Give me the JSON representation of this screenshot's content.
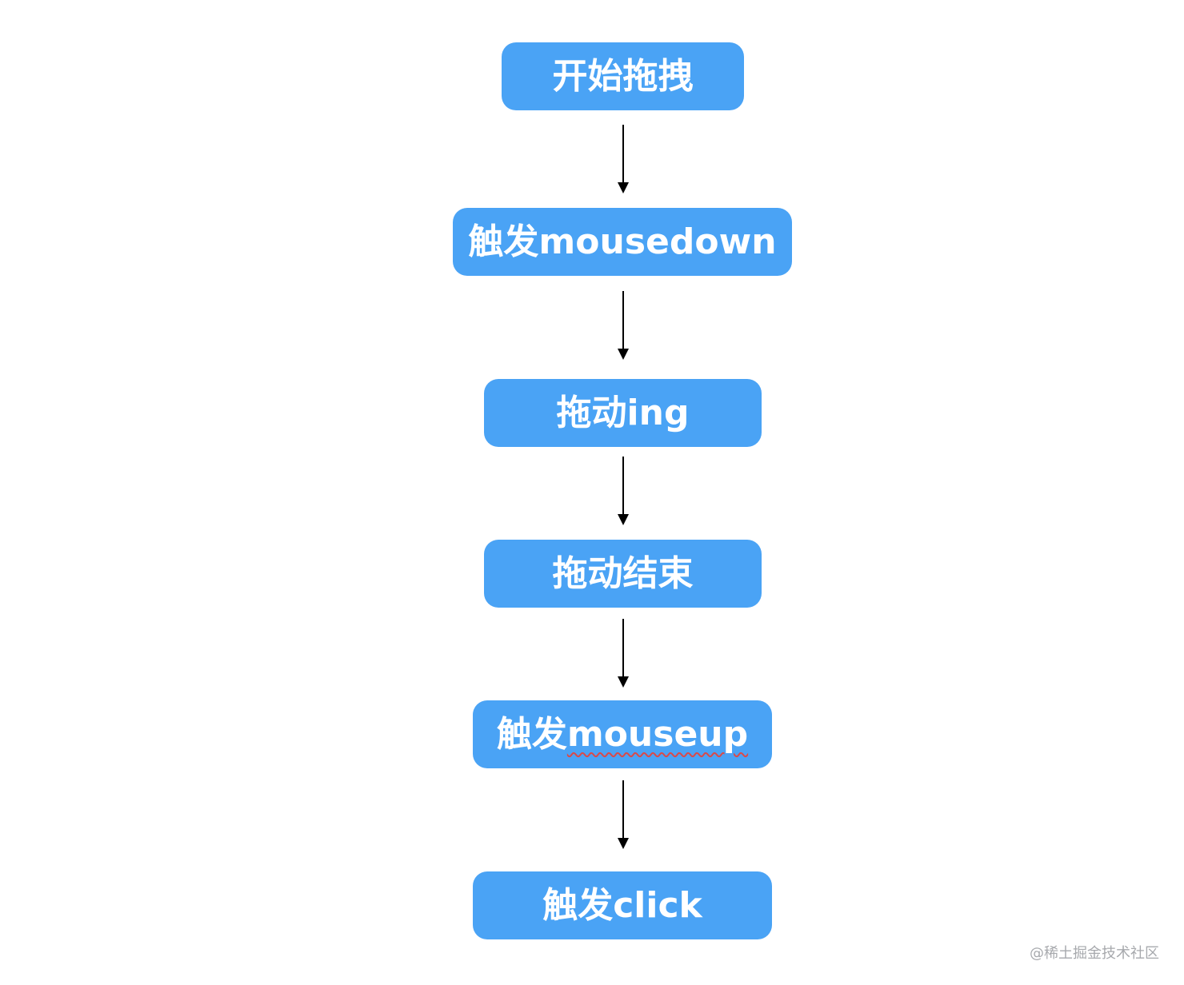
{
  "diagram": {
    "nodes": [
      {
        "id": "start-drag",
        "label": "开始拖拽"
      },
      {
        "id": "mousedown",
        "label": "触发mousedown"
      },
      {
        "id": "dragging",
        "label": "拖动ing"
      },
      {
        "id": "drag-end",
        "label": "拖动结束"
      },
      {
        "id": "mouseup",
        "label_prefix": "触发",
        "label_underlined": "mouseup"
      },
      {
        "id": "click",
        "label": "触发click"
      }
    ],
    "edges": [
      {
        "from": "start-drag",
        "to": "mousedown"
      },
      {
        "from": "mousedown",
        "to": "dragging"
      },
      {
        "from": "dragging",
        "to": "drag-end"
      },
      {
        "from": "drag-end",
        "to": "mouseup"
      },
      {
        "from": "mouseup",
        "to": "click"
      }
    ]
  },
  "colors": {
    "node_fill": "#4aa3f5",
    "node_text": "#ffffff",
    "arrow": "#000000",
    "watermark": "#a7a9ad"
  },
  "watermark": "@稀土掘金技术社区"
}
